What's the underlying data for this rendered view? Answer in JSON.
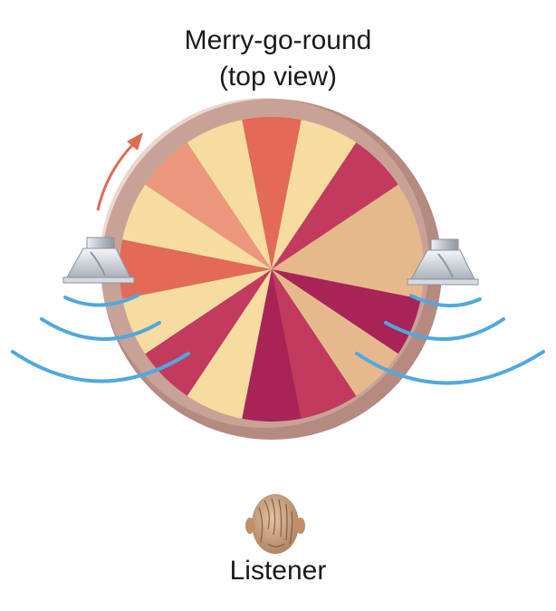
{
  "title": {
    "line1": "Merry-go-round",
    "line2": "(top view)"
  },
  "listener": {
    "label": "Listener"
  },
  "colors": {
    "rim": "#b58a80",
    "rim_shadow": "#9b6e66",
    "wedge_tan": "#e6b98d",
    "wedge_cream": "#f6dca0",
    "wedge_red": "#e26a56",
    "wedge_salmon": "#ec967c",
    "wedge_magenta": "#a82456",
    "wedge_crimson": "#c23a5e",
    "sound_wave": "#4fa8e0",
    "rotation_arrow": "#e06a56",
    "speaker_body": "#c7ccd4",
    "head": "#c9a27e"
  },
  "icons": {
    "left_speaker": "speaker-icon",
    "right_speaker": "speaker-icon",
    "rotation": "curved-arrow-icon",
    "listener": "head-top-view-icon"
  }
}
